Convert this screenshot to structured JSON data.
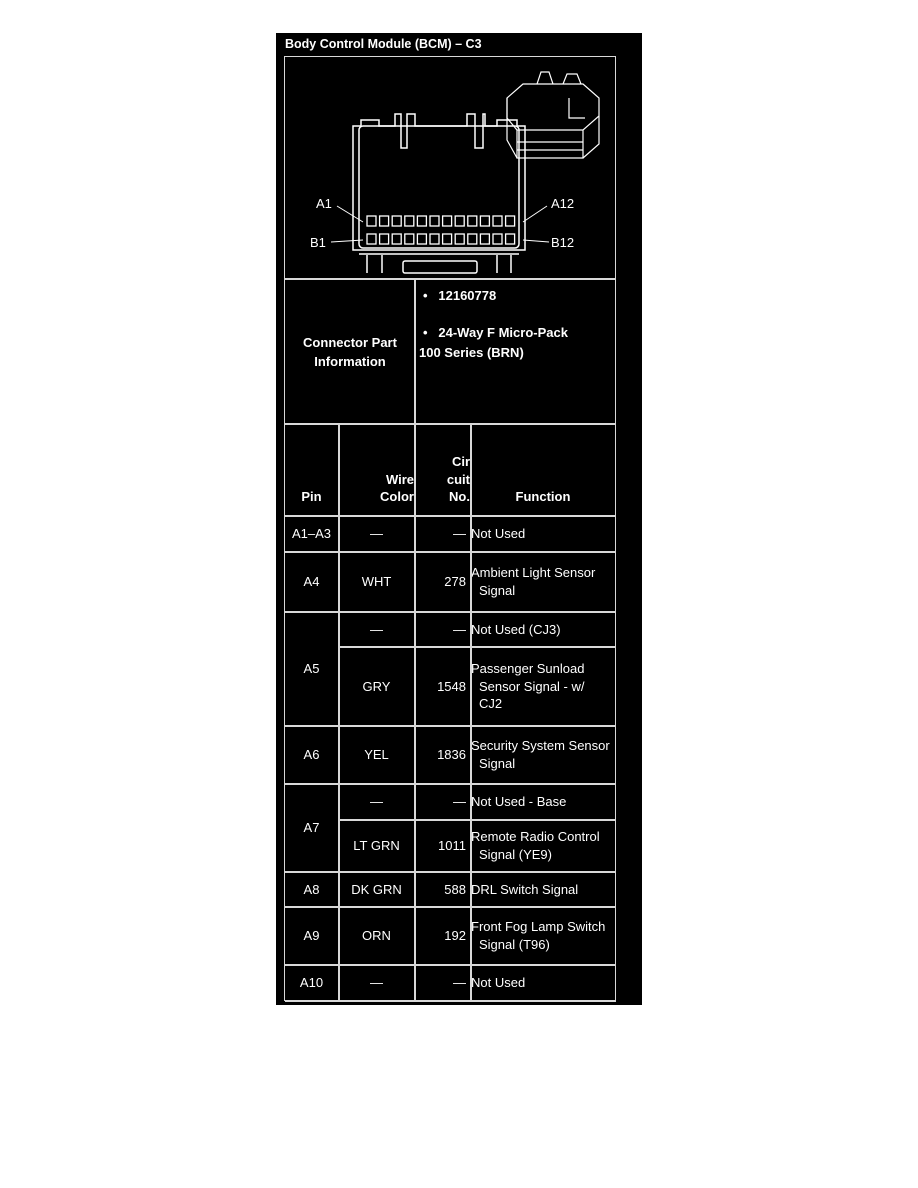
{
  "title": "Body Control Module (BCM) – C3",
  "connector": {
    "label": "Connector Part Information",
    "part_number": "12160778",
    "description_line1": "24-Way F Micro-Pack",
    "description_line2": "100 Series (BRN)"
  },
  "diagram": {
    "pin_labels": {
      "a1": "A1",
      "a12": "A12",
      "b1": "B1",
      "b12": "B12"
    }
  },
  "table": {
    "headers": {
      "pin": "Pin",
      "wire_line1": "Wire",
      "wire_line2": "Color",
      "circuit_line1": "Cir",
      "circuit_line2": "cuit",
      "circuit_line3": "No.",
      "function": "Function"
    },
    "rows": [
      {
        "pin": "A1–A3",
        "wire": "—",
        "circuit": "—",
        "function": [
          "Not Used"
        ]
      },
      {
        "pin": "A4",
        "wire": "WHT",
        "circuit": "278",
        "function": [
          "Ambient Light Sensor",
          "Signal"
        ]
      },
      {
        "pin": "A5",
        "wire": "—",
        "circuit": "—",
        "function": [
          "Not Used (CJ3)"
        ]
      },
      {
        "pin": "",
        "wire": "GRY",
        "circuit": "1548",
        "function": [
          "Passenger Sunload",
          "Sensor Signal - w/",
          "CJ2"
        ]
      },
      {
        "pin": "A6",
        "wire": "YEL",
        "circuit": "1836",
        "function": [
          "Security System Sensor",
          "Signal"
        ]
      },
      {
        "pin": "A7",
        "wire": "—",
        "circuit": "—",
        "function": [
          "Not Used - Base"
        ]
      },
      {
        "pin": "",
        "wire": "LT GRN",
        "circuit": "1011",
        "function": [
          "Remote Radio Control",
          "Signal (YE9)"
        ]
      },
      {
        "pin": "A8",
        "wire": "DK GRN",
        "circuit": "588",
        "function": [
          "DRL Switch Signal"
        ]
      },
      {
        "pin": "A9",
        "wire": "ORN",
        "circuit": "192",
        "function": [
          "Front Fog Lamp Switch",
          "Signal (T96)"
        ]
      },
      {
        "pin": "A10",
        "wire": "—",
        "circuit": "—",
        "function": [
          "Not Used"
        ]
      }
    ]
  },
  "colors": {
    "background": "#000000",
    "text": "#ffffff",
    "rule": "#d8d8d8"
  }
}
